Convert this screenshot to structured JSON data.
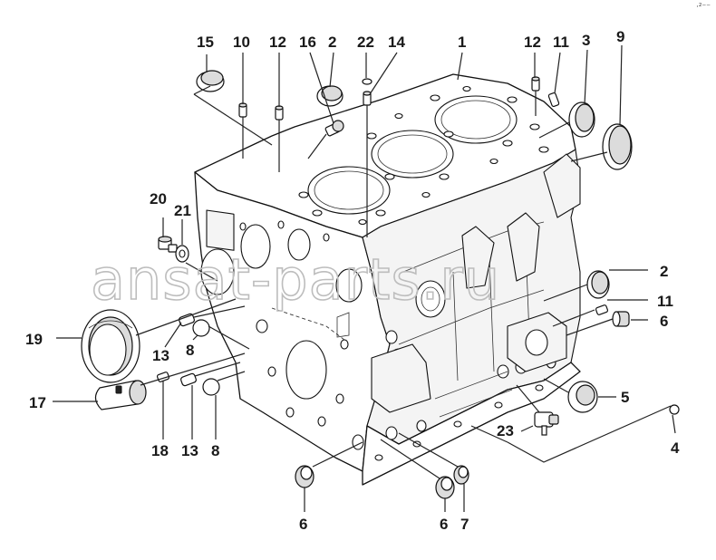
{
  "watermark": "ansat-parts.ru",
  "corner_mark": "·²⁻⁻",
  "callouts": [
    {
      "id": "c15",
      "label": "15"
    },
    {
      "id": "c10",
      "label": "10"
    },
    {
      "id": "c12a",
      "label": "12"
    },
    {
      "id": "c16",
      "label": "16"
    },
    {
      "id": "c2a",
      "label": "2"
    },
    {
      "id": "c22",
      "label": "22"
    },
    {
      "id": "c14",
      "label": "14"
    },
    {
      "id": "c1",
      "label": "1"
    },
    {
      "id": "c12b",
      "label": "12"
    },
    {
      "id": "c11a",
      "label": "11"
    },
    {
      "id": "c3",
      "label": "3"
    },
    {
      "id": "c9",
      "label": "9"
    },
    {
      "id": "c20",
      "label": "20"
    },
    {
      "id": "c21",
      "label": "21"
    },
    {
      "id": "c2b",
      "label": "2"
    },
    {
      "id": "c11b",
      "label": "11"
    },
    {
      "id": "c6a",
      "label": "6"
    },
    {
      "id": "c19",
      "label": "19"
    },
    {
      "id": "c13a",
      "label": "13"
    },
    {
      "id": "c8a",
      "label": "8"
    },
    {
      "id": "c5",
      "label": "5"
    },
    {
      "id": "c17",
      "label": "17"
    },
    {
      "id": "c18",
      "label": "18"
    },
    {
      "id": "c13b",
      "label": "13"
    },
    {
      "id": "c8b",
      "label": "8"
    },
    {
      "id": "c23",
      "label": "23"
    },
    {
      "id": "c4",
      "label": "4"
    },
    {
      "id": "c6b",
      "label": "6"
    },
    {
      "id": "c6c",
      "label": "6"
    },
    {
      "id": "c7",
      "label": "7"
    }
  ]
}
